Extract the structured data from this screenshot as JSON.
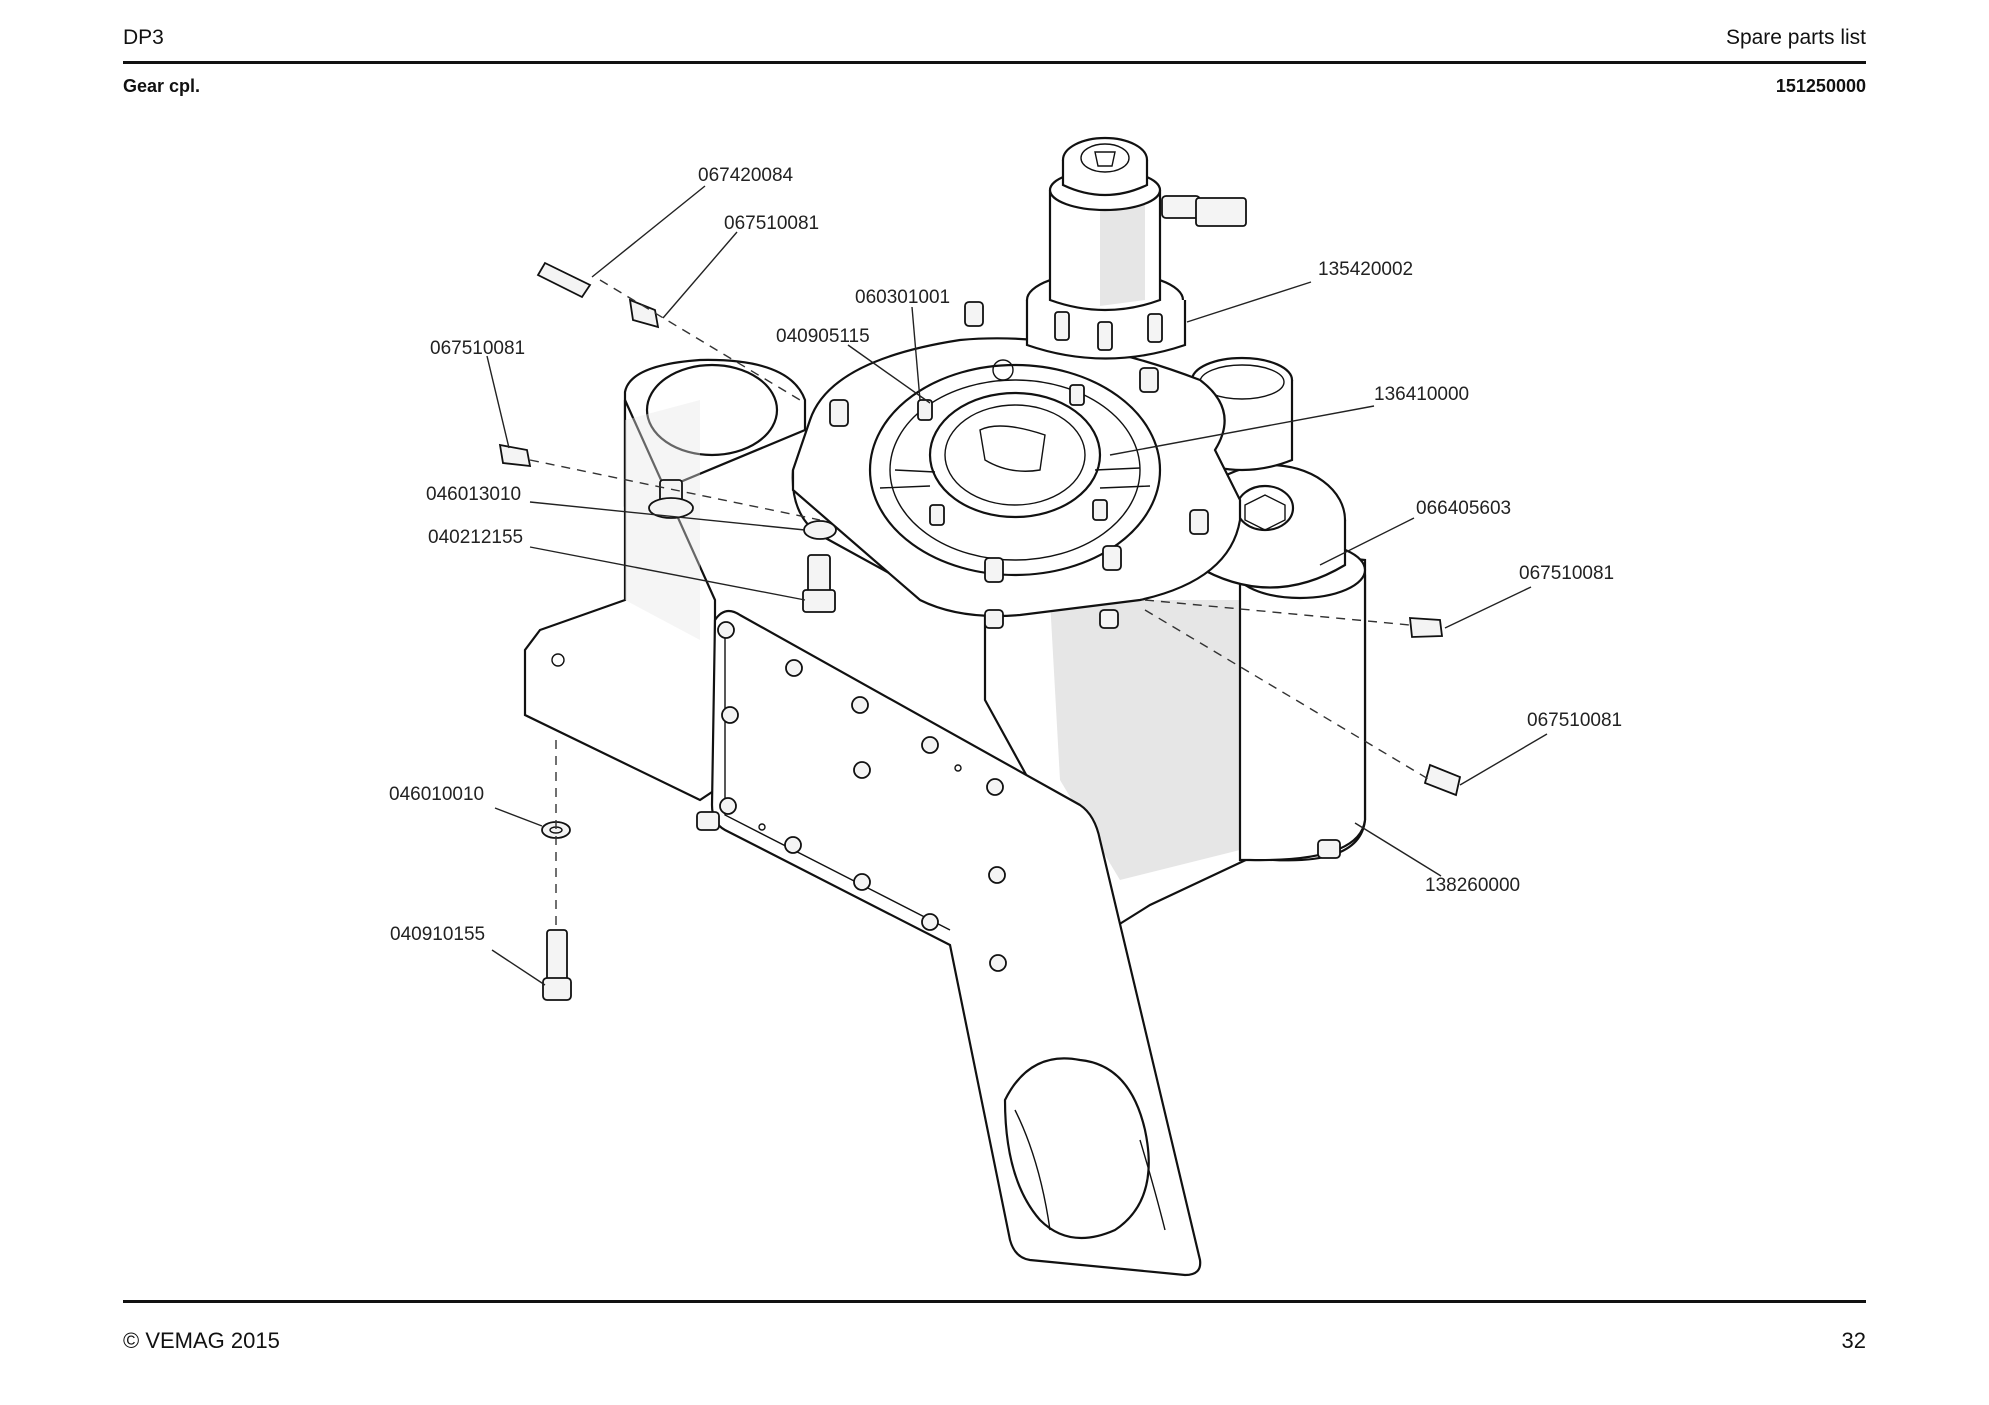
{
  "header": {
    "left": "DP3",
    "right": "Spare parts list"
  },
  "subheader": {
    "left": "Gear cpl.",
    "right": "151250000"
  },
  "footer": {
    "left": "© VEMAG 2015",
    "right": "32"
  },
  "drawing": {
    "callouts": {
      "c1": "067420084",
      "c2": "067510081",
      "c3": "067510081",
      "c4": "060301001",
      "c5": "040905115",
      "c6": "135420002",
      "c7": "136410000",
      "c8": "046013010",
      "c9": "040212155",
      "c10": "066405603",
      "c11": "067510081",
      "c12": "067510081",
      "c13": "046010010",
      "c14": "138260000",
      "c15": "040910155"
    }
  }
}
